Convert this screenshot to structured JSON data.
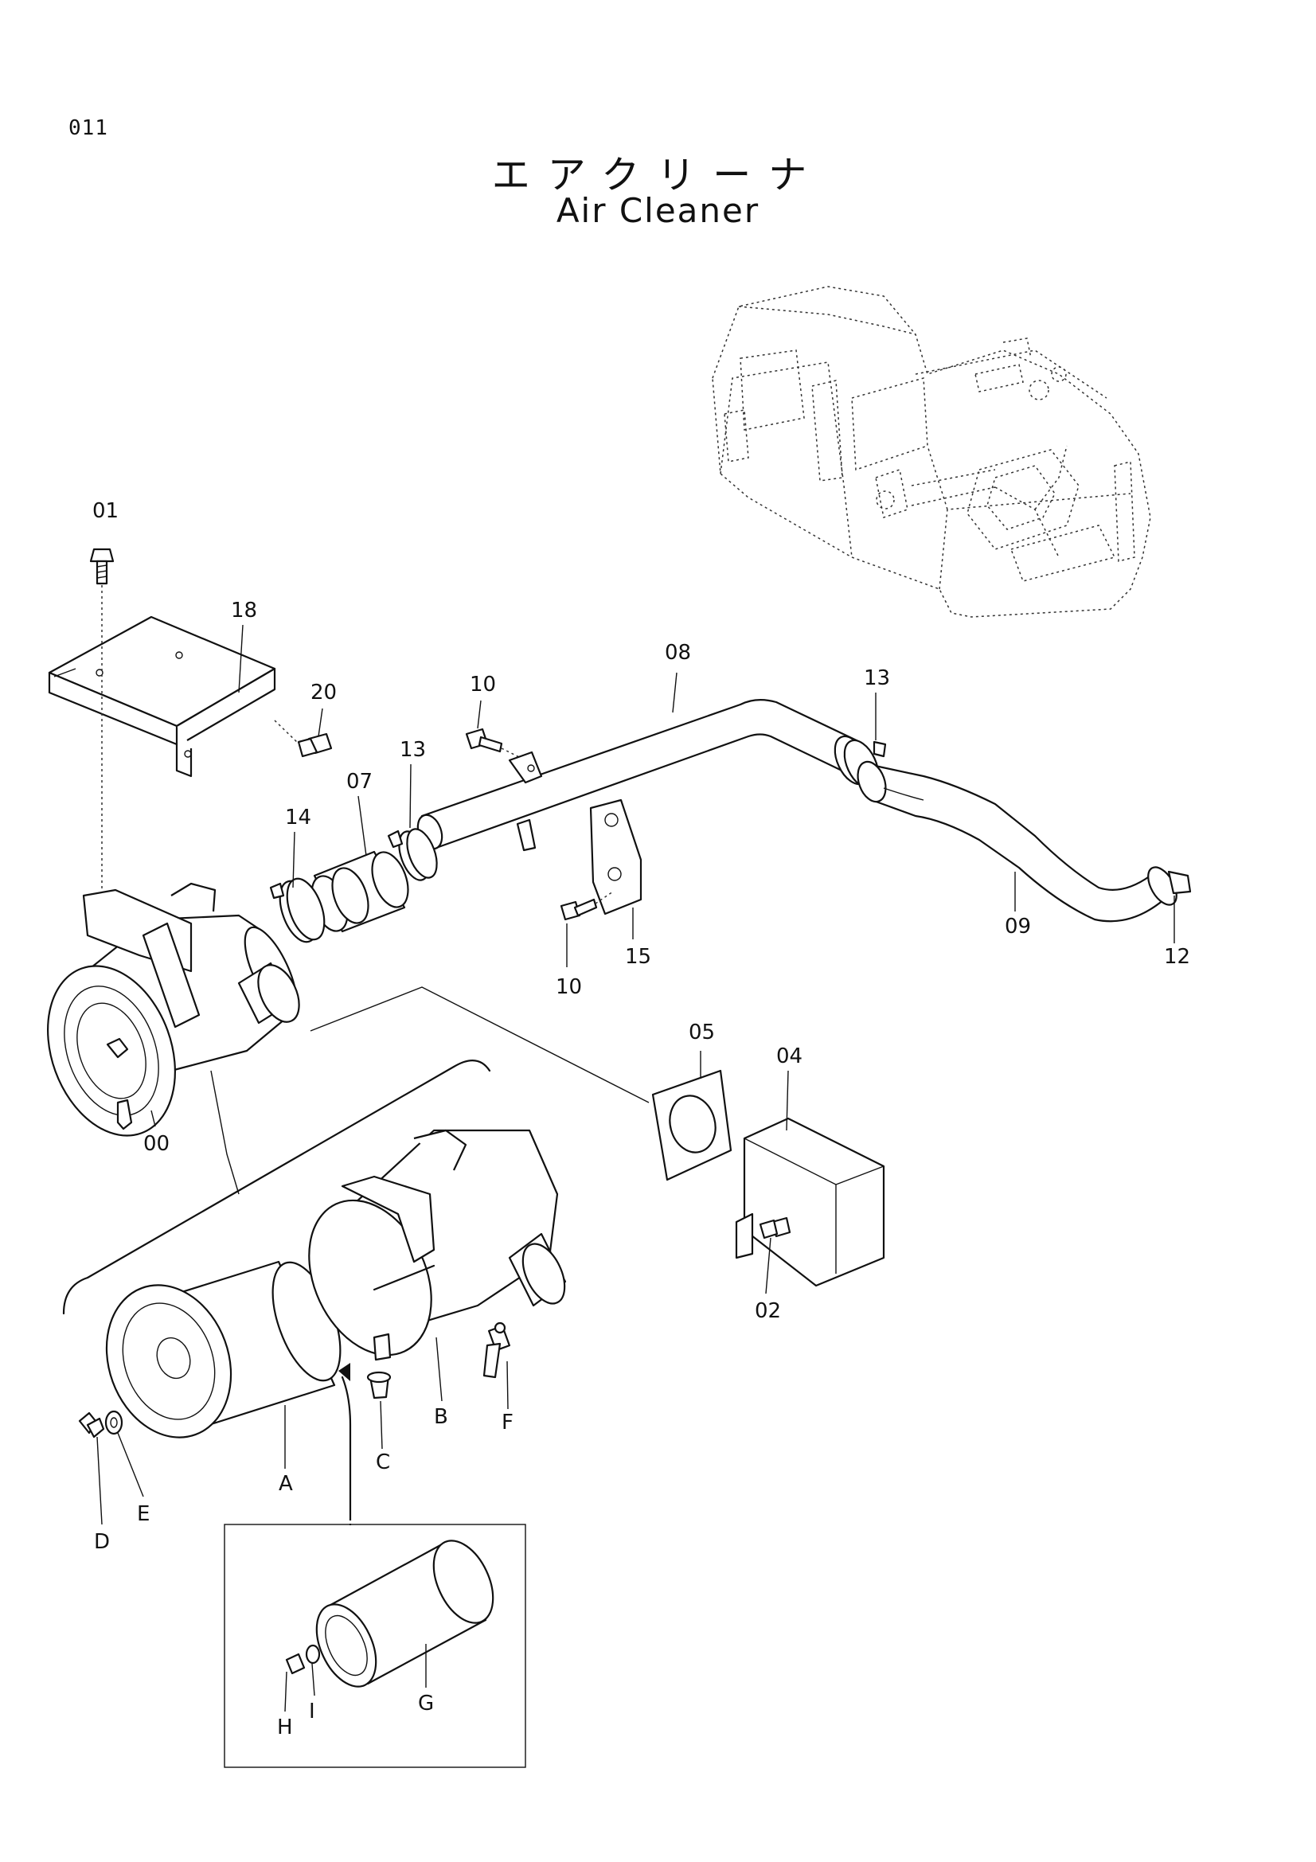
{
  "page": {
    "code": "011"
  },
  "title": {
    "japanese": "エアクリーナ",
    "english": "Air Cleaner"
  },
  "callouts": {
    "c01": "01",
    "c18": "18",
    "c20": "20",
    "c10a": "10",
    "c08": "08",
    "c13a": "13",
    "c07": "07",
    "c13b": "13",
    "c14": "14",
    "c10b": "10",
    "c15": "15",
    "c09": "09",
    "c12": "12",
    "c05": "05",
    "c04": "04",
    "c00": "00",
    "c02": "02",
    "cA": "A",
    "cB": "B",
    "cC": "C",
    "cD": "D",
    "cE": "E",
    "cF": "F",
    "cG": "G",
    "cH": "H",
    "cI": "I"
  }
}
